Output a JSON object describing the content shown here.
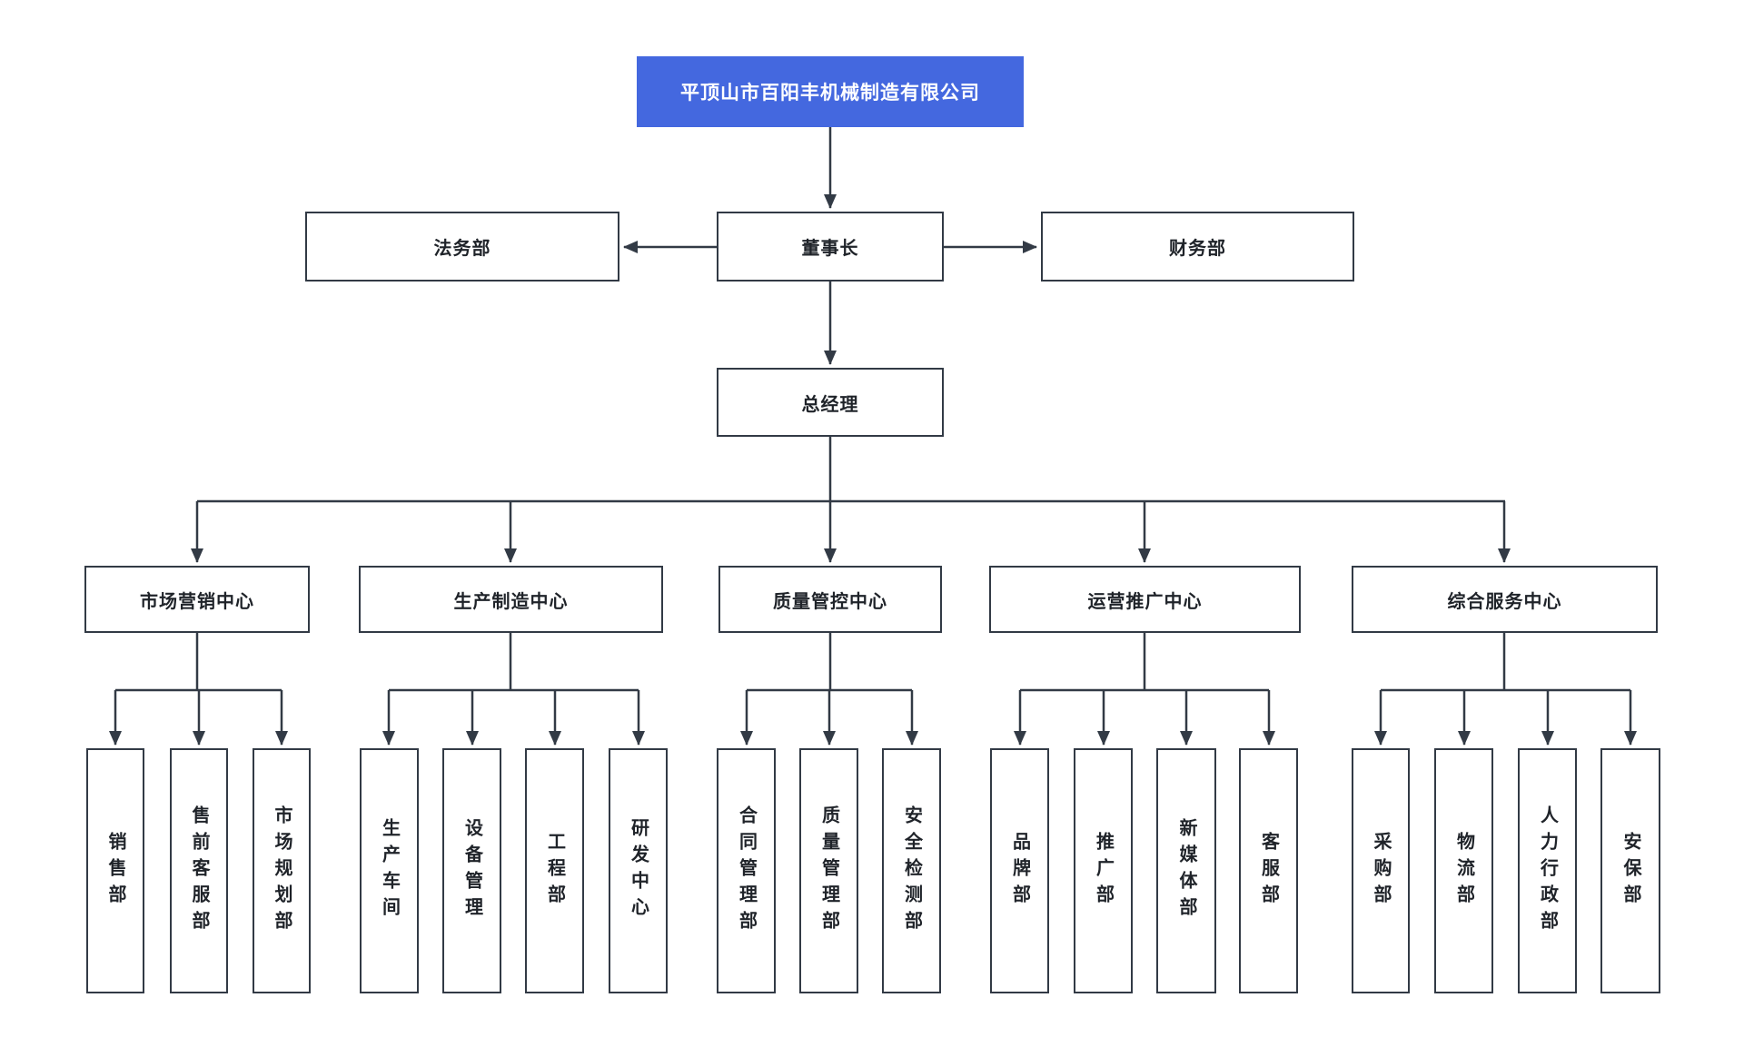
{
  "colors": {
    "root_fill": "#4468DF",
    "root_text": "#ffffff",
    "line": "#323a45",
    "box_border": "#323a45",
    "text": "#1f2329",
    "background": "#ffffff"
  },
  "org": {
    "company": "平顶山市百阳丰机械制造有限公司",
    "chairman": "董事长",
    "legal": "法务部",
    "finance": "财务部",
    "general_manager": "总经理",
    "centers": [
      {
        "label": "市场营销中心",
        "departments": [
          "销售部",
          "售前客服部",
          "市场规划部"
        ]
      },
      {
        "label": "生产制造中心",
        "departments": [
          "生产车间",
          "设备管理",
          "工程部",
          "研发中心"
        ]
      },
      {
        "label": "质量管控中心",
        "departments": [
          "合同管理部",
          "质量管理部",
          "安全检测部"
        ]
      },
      {
        "label": "运营推广中心",
        "departments": [
          "品牌部",
          "推广部",
          "新媒体部",
          "客服部"
        ]
      },
      {
        "label": "综合服务中心",
        "departments": [
          "采购部",
          "物流部",
          "人力行政部",
          "安保部"
        ]
      }
    ]
  }
}
